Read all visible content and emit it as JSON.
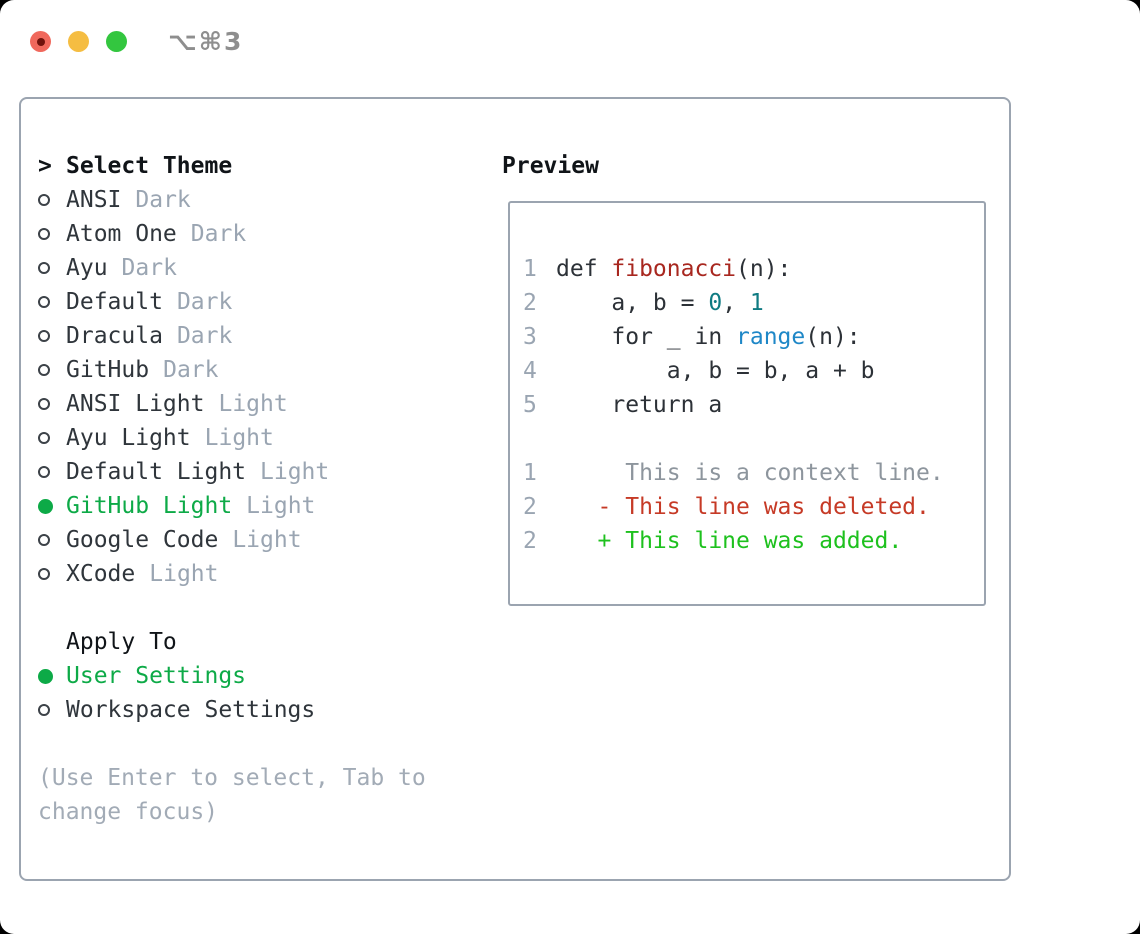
{
  "window": {
    "title": "⌥⌘3",
    "traffic_lights": [
      {
        "name": "close",
        "color": "#f0685c"
      },
      {
        "name": "minimize",
        "color": "#f5bd42"
      },
      {
        "name": "zoom",
        "color": "#33c63f"
      }
    ]
  },
  "theme_panel": {
    "header": {
      "prefix": ">",
      "label": "Select Theme"
    },
    "themes": [
      {
        "name": "ANSI",
        "variant": "Dark",
        "selected": false
      },
      {
        "name": "Atom One",
        "variant": "Dark",
        "selected": false
      },
      {
        "name": "Ayu",
        "variant": "Dark",
        "selected": false
      },
      {
        "name": "Default",
        "variant": "Dark",
        "selected": false
      },
      {
        "name": "Dracula",
        "variant": "Dark",
        "selected": false
      },
      {
        "name": "GitHub",
        "variant": "Dark",
        "selected": false
      },
      {
        "name": "ANSI Light",
        "variant": "Light",
        "selected": false
      },
      {
        "name": "Ayu Light",
        "variant": "Light",
        "selected": false
      },
      {
        "name": "Default Light",
        "variant": "Light",
        "selected": false
      },
      {
        "name": "GitHub Light",
        "variant": "Light",
        "selected": true
      },
      {
        "name": "Google Code",
        "variant": "Light",
        "selected": false
      },
      {
        "name": "XCode",
        "variant": "Light",
        "selected": false
      }
    ],
    "apply_to": {
      "header": "Apply To",
      "options": [
        {
          "label": "User Settings",
          "selected": true
        },
        {
          "label": "Workspace Settings",
          "selected": false
        }
      ]
    },
    "hint_lines": [
      "(Use Enter to select, Tab to",
      "change focus)"
    ]
  },
  "preview": {
    "title": "Preview",
    "code_lines": [
      {
        "num": "1",
        "tokens": [
          {
            "t": "def ",
            "c": "plain"
          },
          {
            "t": "fibonacci",
            "c": "func"
          },
          {
            "t": "(n):",
            "c": "plain"
          }
        ]
      },
      {
        "num": "2",
        "tokens": [
          {
            "t": "    a, b = ",
            "c": "plain"
          },
          {
            "t": "0",
            "c": "number"
          },
          {
            "t": ", ",
            "c": "plain"
          },
          {
            "t": "1",
            "c": "number"
          }
        ]
      },
      {
        "num": "3",
        "tokens": [
          {
            "t": "    for _ in ",
            "c": "plain"
          },
          {
            "t": "range",
            "c": "builtin"
          },
          {
            "t": "(n):",
            "c": "plain"
          }
        ]
      },
      {
        "num": "4",
        "tokens": [
          {
            "t": "        a, b = b, a + b",
            "c": "plain"
          }
        ]
      },
      {
        "num": "5",
        "tokens": [
          {
            "t": "    return a",
            "c": "plain"
          }
        ]
      },
      {
        "num": "",
        "tokens": []
      },
      {
        "num": "1",
        "tokens": [
          {
            "t": "     This is a context line.",
            "c": "context"
          }
        ]
      },
      {
        "num": "2",
        "tokens": [
          {
            "t": "   - This line was deleted.",
            "c": "deleted"
          }
        ]
      },
      {
        "num": "2",
        "tokens": [
          {
            "t": "   + This line was added.",
            "c": "added"
          }
        ]
      }
    ]
  },
  "colors": {
    "panel-border": "#9ba4b0",
    "selection-green": "#0daa47",
    "muted-gray": "#9aa5b2",
    "code-function-red": "#a8271f",
    "code-number-teal": "#0f7b82",
    "code-builtin-blue": "#1e87c7",
    "diff-deleted-red": "#c63a26",
    "diff-added-green": "#1ec11e",
    "diff-context-gray": "#8d959d"
  }
}
